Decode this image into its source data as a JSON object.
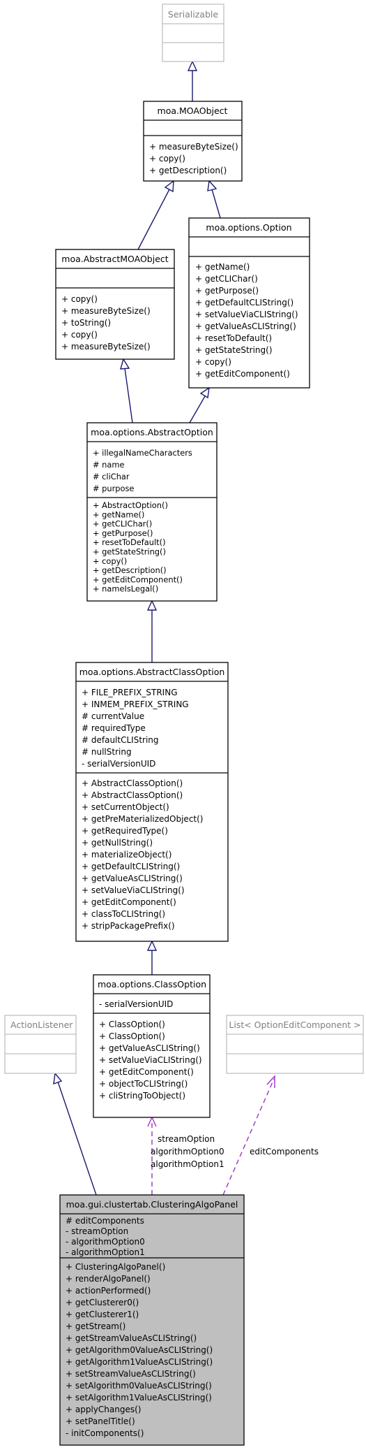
{
  "classes": {
    "serializable": {
      "name": "Serializable",
      "attributes": [],
      "methods": []
    },
    "moa_object": {
      "name": "moa.MOAObject",
      "attributes": [],
      "methods": [
        "+ measureByteSize()",
        "+ copy()",
        "+ getDescription()"
      ]
    },
    "abstract_moa_object": {
      "name": "moa.AbstractMOAObject",
      "attributes": [],
      "methods": [
        "+ copy()",
        "+ measureByteSize()",
        "+ toString()",
        "+ copy()",
        "+ measureByteSize()"
      ]
    },
    "option": {
      "name": "moa.options.Option",
      "attributes": [],
      "methods": [
        "+ getName()",
        "+ getCLIChar()",
        "+ getPurpose()",
        "+ getDefaultCLIString()",
        "+ setValueViaCLIString()",
        "+ getValueAsCLIString()",
        "+ resetToDefault()",
        "+ getStateString()",
        "+ copy()",
        "+ getEditComponent()"
      ]
    },
    "abstract_option": {
      "name": "moa.options.AbstractOption",
      "attributes": [
        "+ illegalNameCharacters",
        "# name",
        "# cliChar",
        "# purpose"
      ],
      "methods": [
        "+ AbstractOption()",
        "+ getName()",
        "+ getCLIChar()",
        "+ getPurpose()",
        "+ resetToDefault()",
        "+ getStateString()",
        "+ copy()",
        "+ getDescription()",
        "+ getEditComponent()",
        "+ nameIsLegal()"
      ]
    },
    "abstract_class_option": {
      "name": "moa.options.AbstractClassOption",
      "attributes": [
        "+ FILE_PREFIX_STRING",
        "+ INMEM_PREFIX_STRING",
        "# currentValue",
        "# requiredType",
        "# defaultCLIString",
        "# nullString",
        "- serialVersionUID"
      ],
      "methods": [
        "+ AbstractClassOption()",
        "+ AbstractClassOption()",
        "+ setCurrentObject()",
        "+ getPreMaterializedObject()",
        "+ getRequiredType()",
        "+ getNullString()",
        "+ materializeObject()",
        "+ getDefaultCLIString()",
        "+ getValueAsCLIString()",
        "+ setValueViaCLIString()",
        "+ getEditComponent()",
        "+ classToCLIString()",
        "+ stripPackagePrefix()"
      ]
    },
    "class_option": {
      "name": "moa.options.ClassOption",
      "attributes": [
        "- serialVersionUID"
      ],
      "methods": [
        "+ ClassOption()",
        "+ ClassOption()",
        "+ getValueAsCLIString()",
        "+ setValueViaCLIString()",
        "+ getEditComponent()",
        "+ objectToCLIString()",
        "+ cliStringToObject()"
      ]
    },
    "action_listener": {
      "name": "ActionListener",
      "attributes": [],
      "methods": []
    },
    "list_option_edit": {
      "name": "List< OptionEditComponent >",
      "attributes": [],
      "methods": []
    },
    "clustering_algo_panel": {
      "name": "moa.gui.clustertab.ClusteringAlgoPanel",
      "attributes": [
        "# editComponents",
        "- streamOption",
        "- algorithmOption0",
        "- algorithmOption1"
      ],
      "methods": [
        "+ ClusteringAlgoPanel()",
        "+ renderAlgoPanel()",
        "+ actionPerformed()",
        "+ getClusterer0()",
        "+ getClusterer1()",
        "+ getStream()",
        "+ getStreamValueAsCLIString()",
        "+ getAlgorithm0ValueAsCLIString()",
        "+ getAlgorithm1ValueAsCLIString()",
        "+ setStreamValueAsCLIString()",
        "+ setAlgorithm0ValueAsCLIString()",
        "+ setAlgorithm1ValueAsCLIString()",
        "+ applyChanges()",
        "+ setPanelTitle()",
        "- initComponents()"
      ]
    }
  },
  "edge_labels": {
    "class_option_use": [
      "streamOption",
      "algorithmOption0",
      "algorithmOption1"
    ],
    "list_use": [
      "editComponents"
    ]
  },
  "colors": {
    "inheritance": "#191970",
    "usage": "#9a32cd",
    "highlight_fill": "#bfbfbf",
    "faded_border": "#bfbfbf"
  }
}
